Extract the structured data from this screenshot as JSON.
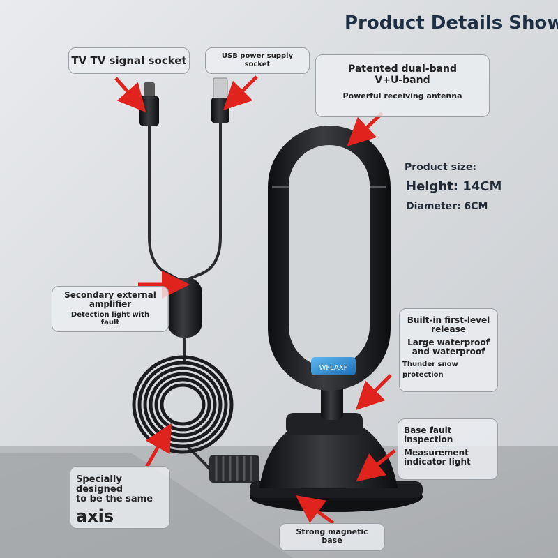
{
  "title": "Product Details Show",
  "labels": {
    "tv_socket": "TV TV signal socket",
    "usb_socket": [
      "USB power supply",
      "socket"
    ],
    "antenna": [
      "Patented dual-band",
      "V+U-band",
      "Powerful receiving antenna"
    ],
    "amplifier": [
      "Secondary external",
      "amplifier",
      "Detection light with",
      "fault"
    ],
    "release": [
      "Built-in first-level",
      "release",
      "Large waterproof",
      "and waterproof",
      "Thunder snow",
      "protection"
    ],
    "base_fault": [
      "Base fault",
      "inspection",
      "Measurement",
      "indicator light"
    ],
    "axis": [
      "Specially designed",
      "to be the same",
      "axis"
    ],
    "magnetic_base": [
      "Strong magnetic",
      "base"
    ]
  },
  "product_size": {
    "heading": "Product size:",
    "height": "Height: 14CM",
    "diameter": "Diameter: 6CM"
  },
  "brand_logo": "WFLAXF",
  "colors": {
    "title": "#1f3045",
    "arrow": "#e0231c",
    "device": "#1c1d20"
  }
}
